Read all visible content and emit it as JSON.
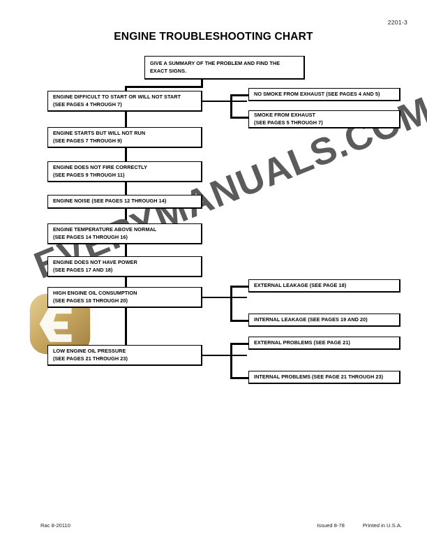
{
  "document": {
    "page_number": "2201-3",
    "title": "ENGINE TROUBLESHOOTING CHART"
  },
  "watermark": {
    "text": "EVERYMANUALS.COM",
    "logo_letter": "E",
    "color": "#5b5b5b",
    "logo_color": "#c9a961"
  },
  "footer": {
    "left": "Rac 8-20110",
    "issued": "Issued 8-78",
    "printed": "Printed in U.S.A."
  },
  "chart_data": {
    "type": "diagram",
    "title": "ENGINE TROUBLESHOOTING CHART",
    "root": {
      "id": "summary",
      "label": "GIVE A SUMMARY OF THE PROBLEM AND FIND THE\nEXACT SIGNS."
    },
    "nodes": [
      {
        "id": "difficult-start",
        "label": "ENGINE DIFFICULT TO START OR WILL NOT START\n(SEE PAGES 4 THROUGH 7)",
        "children": [
          {
            "id": "no-smoke",
            "label": "NO SMOKE FROM EXHAUST (SEE PAGES 4 AND 5)"
          },
          {
            "id": "smoke",
            "label": "SMOKE FROM EXHAUST\n(SEE PAGES 5 THROUGH 7)"
          }
        ]
      },
      {
        "id": "starts-not-run",
        "label": "ENGINE STARTS BUT WILL NOT RUN\n(SEE PAGES 7 THROUGH 9)",
        "children": []
      },
      {
        "id": "not-fire-correctly",
        "label": "ENGINE DOES NOT FIRE CORRECTLY\n(SEE PAGES 9 THROUGH 11)",
        "children": []
      },
      {
        "id": "engine-noise",
        "label": "ENGINE NOISE (SEE PAGES 12 THROUGH 14)",
        "children": []
      },
      {
        "id": "temperature-high",
        "label": "ENGINE TEMPERATURE ABOVE NORMAL\n(SEE PAGES 14 THROUGH 16)",
        "children": []
      },
      {
        "id": "no-power",
        "label": "ENGINE DOES NOT HAVE POWER\n(SEE PAGES 17 AND 18)",
        "children": []
      },
      {
        "id": "high-oil-consumption",
        "label": "HIGH ENGINE OIL CONSUMPTION\n(SEE PAGES 18 THROUGH 20)",
        "children": [
          {
            "id": "external-leakage",
            "label": "EXTERNAL LEAKAGE (SEE PAGE 18)"
          },
          {
            "id": "internal-leakage",
            "label": "INTERNAL LEAKAGE (SEE PAGES 19 AND 20)"
          }
        ]
      },
      {
        "id": "low-oil-pressure",
        "label": "LOW ENGINE OIL PRESSURE\n(SEE PAGES 21 THROUGH 23)",
        "children": [
          {
            "id": "external-problems",
            "label": "EXTERNAL PROBLEMS (SEE PAGE 21)"
          },
          {
            "id": "internal-problems",
            "label": "INTERNAL PROBLEMS (SEE PAGE 21 THROUGH 23)"
          }
        ]
      }
    ]
  }
}
